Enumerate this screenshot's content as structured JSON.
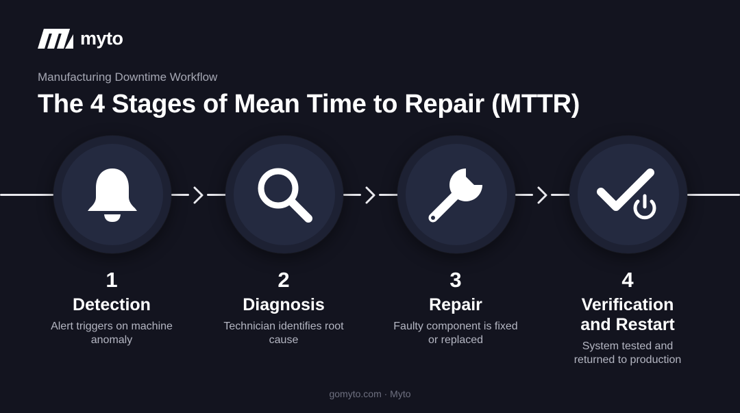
{
  "brand": {
    "name": "myto"
  },
  "header": {
    "subtitle": "Manufacturing Downtime Workflow",
    "title": "The 4 Stages of Mean Time to Repair (MTTR)"
  },
  "stages": [
    {
      "number": "1",
      "name": "Detection",
      "description": "Alert triggers on machine anomaly",
      "icon": "bell-icon"
    },
    {
      "number": "2",
      "name": "Diagnosis",
      "description": "Technician identifies root cause",
      "icon": "magnifier-icon"
    },
    {
      "number": "3",
      "name": "Repair",
      "description": "Faulty component is fixed or replaced",
      "icon": "wrench-icon"
    },
    {
      "number": "4",
      "name": "Verification and Restart",
      "description": "System tested and returned to production",
      "icon": "checkmark-power-icon"
    }
  ],
  "footer": {
    "text": "gomyto.com · Myto"
  },
  "colors": {
    "background": "#13141f",
    "circle": "#242a40",
    "text": "#ffffff",
    "muted": "#b4b6c2"
  }
}
